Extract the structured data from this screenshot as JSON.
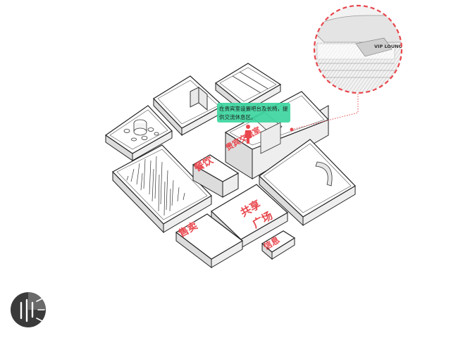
{
  "labels": {
    "canyin": "餐饮",
    "guibin": "贵宾交流室",
    "gongxiang_line1": "共享",
    "gongxiang_line2": "广场",
    "shoumai": "售卖",
    "xinxi": "信息"
  },
  "callout": {
    "text_line1": "在贵宾室设置吧台及长椅，提",
    "text_line2": "供交流休息区。",
    "color": "#3dd6a0"
  },
  "inset": {
    "sign_text": "VIP LOUNGE",
    "border_color": "#e8474d"
  },
  "colors": {
    "accent_red": "#e8474d",
    "callout_green": "#3dd6a0"
  },
  "logo": {
    "icon": "sundial-logo-icon"
  }
}
